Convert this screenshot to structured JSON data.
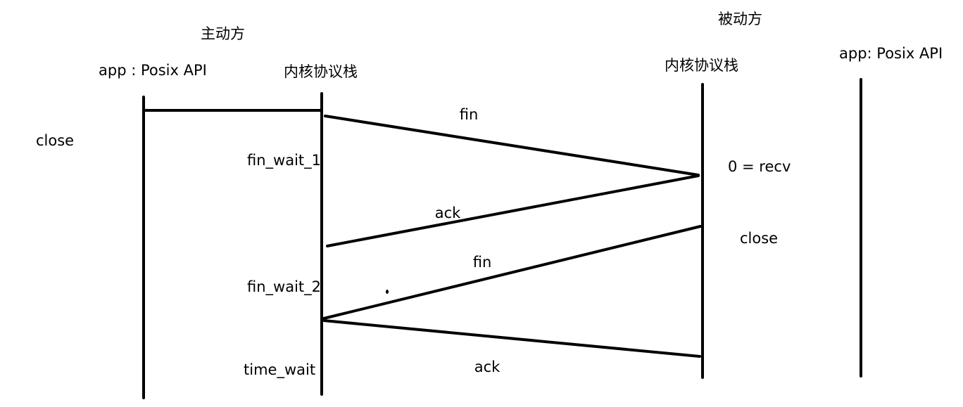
{
  "diagram": {
    "active_side_title": "主动方",
    "passive_side_title": "被动方",
    "lanes": {
      "active_app": "app : Posix API",
      "active_kernel": "内核协议栈",
      "passive_kernel": "内核协议栈",
      "passive_app": "app: Posix API"
    },
    "active_events": {
      "close": "close"
    },
    "active_states": {
      "fin_wait_1": "fin_wait_1",
      "fin_wait_2": "fin_wait_2",
      "time_wait": "time_wait"
    },
    "passive_events": {
      "recv": "0 = recv",
      "close": "close"
    },
    "messages": [
      {
        "label": "fin"
      },
      {
        "label": "ack"
      },
      {
        "label": "fin"
      },
      {
        "label": "ack"
      }
    ]
  }
}
